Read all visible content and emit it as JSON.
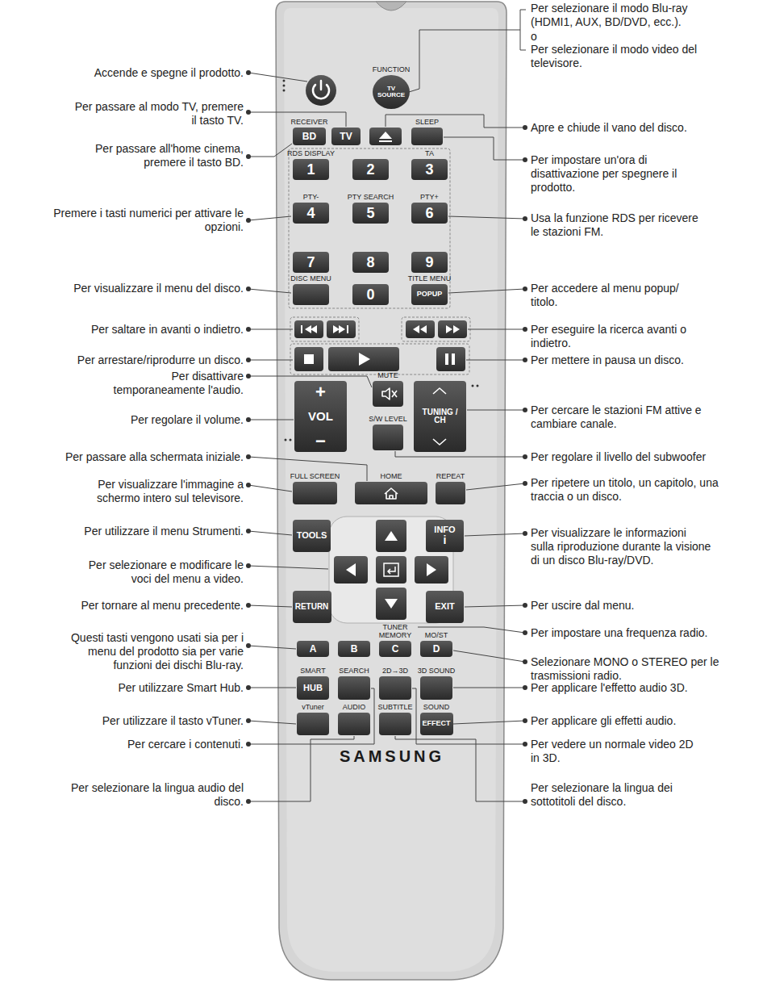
{
  "diagram": {
    "nodes": [
      {
        "text": [
          "SAMSUNG"
        ]
      },
      {
        "text": [
          "FUNCTION",
          "TV SOURCE"
        ],
        "in": 0
      },
      {
        "text": [
          "RECEIVER",
          "BD"
        ],
        "in": 0
      },
      {
        "text": [
          "TV"
        ],
        "in": 0
      },
      {
        "text": [
          "SLEEP"
        ],
        "in": 0
      },
      {
        "text": [
          "RDS DISPLAY",
          "1"
        ],
        "in": 0
      },
      {
        "text": [
          "2"
        ],
        "in": 0
      },
      {
        "text": [
          "TA",
          "3"
        ],
        "in": 0
      },
      {
        "text": [
          "PTY-",
          "4"
        ],
        "in": 0
      },
      {
        "text": [
          "PTY SEARCH",
          "5"
        ],
        "in": 0
      },
      {
        "text": [
          "PTY+",
          "6"
        ],
        "in": 0
      },
      {
        "text": [
          "7"
        ],
        "in": 0
      },
      {
        "text": [
          "8"
        ],
        "in": 0
      },
      {
        "text": [
          "9"
        ],
        "in": 0
      },
      {
        "text": [
          "DISC MENU"
        ],
        "in": 0
      },
      {
        "text": [
          "0"
        ],
        "in": 0
      },
      {
        "text": [
          "TITLE MENU",
          "POPUP"
        ],
        "in": 0
      },
      {
        "text": [
          "MUTE"
        ],
        "in": 0
      },
      {
        "text": [
          "+",
          "VOL",
          "−"
        ],
        "in": 0
      },
      {
        "text": [
          "TUNING / CH"
        ],
        "in": 0
      },
      {
        "text": [
          "S/W LEVEL"
        ],
        "in": 0
      },
      {
        "text": [
          "FULL SCREEN"
        ],
        "in": 0
      },
      {
        "text": [
          "HOME"
        ],
        "in": 0
      },
      {
        "text": [
          "REPEAT"
        ],
        "in": 0
      },
      {
        "text": [
          "TOOLS"
        ],
        "in": 0
      },
      {
        "text": [
          "INFO",
          "i"
        ],
        "in": 0
      },
      {
        "text": [
          "RETURN"
        ],
        "in": 0
      },
      {
        "text": [
          "EXIT"
        ],
        "in": 0
      },
      {
        "text": [
          "A"
        ],
        "in": 0
      },
      {
        "text": [
          "B"
        ],
        "in": 0
      },
      {
        "text": [
          "TUNER MEMORY",
          "C"
        ],
        "in": 0
      },
      {
        "text": [
          "MO/ST",
          "D"
        ],
        "in": 0
      },
      {
        "text": [
          "SMART",
          "HUB"
        ],
        "in": 0
      },
      {
        "text": [
          "SEARCH"
        ],
        "in": 0
      },
      {
        "text": [
          "2D→3D"
        ],
        "in": 0
      },
      {
        "text": [
          "3D SOUND"
        ],
        "in": 0
      },
      {
        "text": [
          "vTuner"
        ],
        "in": 0
      },
      {
        "text": [
          "AUDIO"
        ],
        "in": 0
      },
      {
        "text": [
          "SUBTITLE"
        ],
        "in": 0
      },
      {
        "text": [
          "SOUND",
          "EFFECT"
        ],
        "in": 0
      }
    ],
    "labels": [
      "Accende e spegne il prodotto.",
      "Per passare al modo TV, premere il tasto TV.",
      "Per passare all'home cinema, premere il tasto BD.",
      "Premere i tasti numerici per attivare le opzioni.",
      "Per visualizzare il menu del disco.",
      "Per saltare in avanti o indietro.",
      "Per arrestare/riprodurre un disco.",
      "Per disattivare temporaneamente l'audio.",
      "Per regolare il volume.",
      "Per passare alla schermata iniziale.",
      "Per visualizzare l'immagine a schermo intero sul televisore.",
      "Per utilizzare il menu Strumenti.",
      "Per selezionare e modificare le voci del menu a video.",
      "Per tornare al menu precedente.",
      "Questi tasti vengono usati sia per i menu del prodotto sia per varie funzioni dei dischi Blu-ray.",
      "Per utilizzare Smart Hub.",
      "Per utilizzare il tasto vTuner.",
      "Per cercare i contenuti.",
      "Per selezionare la lingua audio del disco.",
      "Per selezionare il modo Blu-ray (HDMI1, AUX, BD/DVD, ecc.).",
      "o",
      "Per selezionare il modo video del televisore.",
      "Apre e chiude il vano del disco.",
      "Per impostare un'ora di disattivazione per spegnere il prodotto.",
      "Usa la funzione RDS per ricevere le stazioni FM.",
      "Per accedere al menu popup/ titolo.",
      "Per eseguire la ricerca avanti o indietro.",
      "Per mettere in pausa un disco.",
      "Per cercare le stazioni FM attive e cambiare canale.",
      "Per regolare il livello del subwoofer",
      "Per ripetere un titolo, un capitolo, una traccia o un disco.",
      "Per visualizzare le informazioni sulla riproduzione durante la visione di un disco Blu-ray/DVD.",
      "Per uscire dal menu.",
      "Per impostare una frequenza radio.",
      "Selezionare MONO o STEREO per le trasmissioni radio.",
      "Per applicare l'effetto audio 3D.",
      "Per applicare gli effetti audio.",
      "Per vedere un normale video 2D in 3D.",
      "Per selezionare la lingua dei sottotitoli del disco."
    ]
  }
}
